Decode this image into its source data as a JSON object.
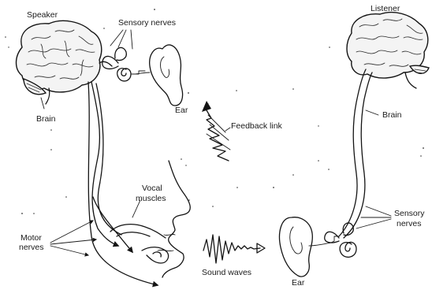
{
  "labels": {
    "speaker": "Speaker",
    "sensory_nerves_top": "Sensory nerves",
    "ear_speaker": "Ear",
    "brain_speaker": "Brain",
    "feedback_link": "Feedback link",
    "vocal_muscles_line1": "Vocal",
    "vocal_muscles_line2": "muscles",
    "motor_nerves_line1": "Motor",
    "motor_nerves_line2": "nerves",
    "sound_waves": "Sound waves",
    "ear_listener": "Ear",
    "listener": "Listener",
    "brain_listener": "Brain",
    "sensory_nerves_right_line1": "Sensory",
    "sensory_nerves_right_line2": "nerves"
  }
}
